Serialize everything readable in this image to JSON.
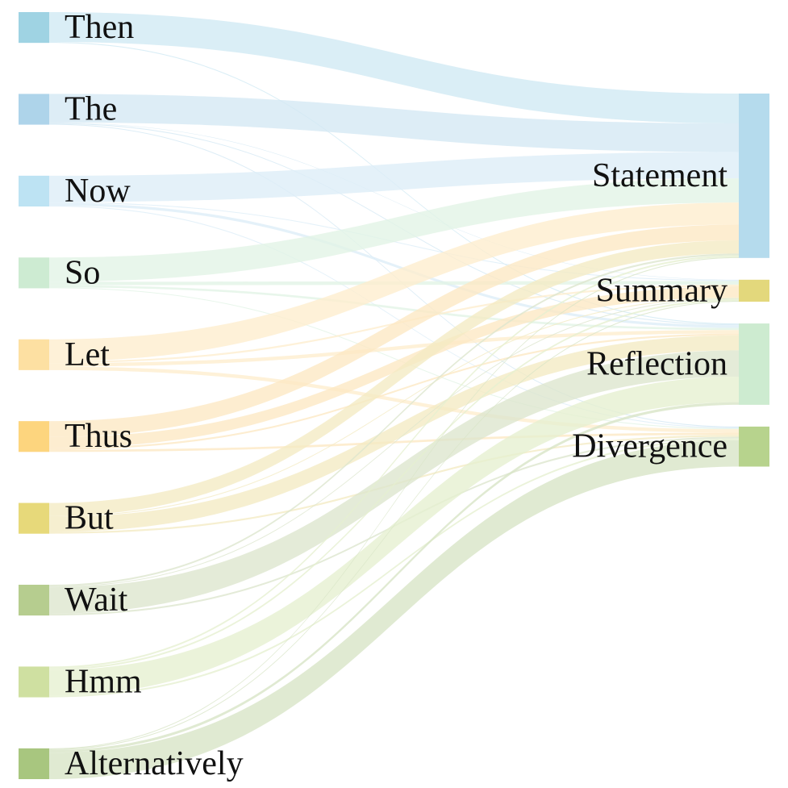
{
  "chart_data": {
    "type": "sankey",
    "sources": [
      {
        "id": "then",
        "label": "Then",
        "color": "#9fd3e3",
        "flow_color": "#cfe9f3"
      },
      {
        "id": "the",
        "label": "The",
        "color": "#aed4ea",
        "flow_color": "#d4e8f4"
      },
      {
        "id": "now",
        "label": "Now",
        "color": "#bde3f3",
        "flow_color": "#dcedf7"
      },
      {
        "id": "so",
        "label": "So",
        "color": "#cdebd2",
        "flow_color": "#e2f3e5"
      },
      {
        "id": "let",
        "label": "Let",
        "color": "#fde0a2",
        "flow_color": "#feedcd"
      },
      {
        "id": "thus",
        "label": "Thus",
        "color": "#fdd57e",
        "flow_color": "#fde8c3"
      },
      {
        "id": "but",
        "label": "But",
        "color": "#e7d97a",
        "flow_color": "#f3ebc3"
      },
      {
        "id": "wait",
        "label": "Wait",
        "color": "#b6cd8f",
        "flow_color": "#dde6cd"
      },
      {
        "id": "hmm",
        "label": "Hmm",
        "color": "#cfe0a1",
        "flow_color": "#e6efd0"
      },
      {
        "id": "alternatively",
        "label": "Alternatively",
        "color": "#a8c67f",
        "flow_color": "#d7e4c5"
      }
    ],
    "targets": [
      {
        "id": "statement",
        "label": "Statement",
        "color": "#b5dbed"
      },
      {
        "id": "summary",
        "label": "Summary",
        "color": "#e3d87c"
      },
      {
        "id": "reflection",
        "label": "Reflection",
        "color": "#cdebd0"
      },
      {
        "id": "divergence",
        "label": "Divergence",
        "color": "#b7d38d"
      }
    ],
    "links": [
      {
        "source": "then",
        "target": "statement",
        "value": 68
      },
      {
        "source": "then",
        "target": "reflection",
        "value": 2
      },
      {
        "source": "the",
        "target": "statement",
        "value": 65
      },
      {
        "source": "the",
        "target": "summary",
        "value": 1
      },
      {
        "source": "the",
        "target": "reflection",
        "value": 2
      },
      {
        "source": "the",
        "target": "divergence",
        "value": 2
      },
      {
        "source": "now",
        "target": "statement",
        "value": 60
      },
      {
        "source": "now",
        "target": "summary",
        "value": 2
      },
      {
        "source": "now",
        "target": "reflection",
        "value": 6
      },
      {
        "source": "now",
        "target": "divergence",
        "value": 2
      },
      {
        "source": "so",
        "target": "statement",
        "value": 55
      },
      {
        "source": "so",
        "target": "summary",
        "value": 8
      },
      {
        "source": "so",
        "target": "reflection",
        "value": 5
      },
      {
        "source": "so",
        "target": "divergence",
        "value": 2
      },
      {
        "source": "let",
        "target": "statement",
        "value": 50
      },
      {
        "source": "let",
        "target": "summary",
        "value": 4
      },
      {
        "source": "let",
        "target": "reflection",
        "value": 8
      },
      {
        "source": "let",
        "target": "divergence",
        "value": 8
      },
      {
        "source": "thus",
        "target": "statement",
        "value": 36
      },
      {
        "source": "thus",
        "target": "summary",
        "value": 25
      },
      {
        "source": "thus",
        "target": "reflection",
        "value": 4
      },
      {
        "source": "thus",
        "target": "divergence",
        "value": 5
      },
      {
        "source": "but",
        "target": "statement",
        "value": 30
      },
      {
        "source": "but",
        "target": "summary",
        "value": 2
      },
      {
        "source": "but",
        "target": "reflection",
        "value": 34
      },
      {
        "source": "but",
        "target": "divergence",
        "value": 4
      },
      {
        "source": "wait",
        "target": "statement",
        "value": 4
      },
      {
        "source": "wait",
        "target": "summary",
        "value": 2
      },
      {
        "source": "wait",
        "target": "reflection",
        "value": 60
      },
      {
        "source": "wait",
        "target": "divergence",
        "value": 4
      },
      {
        "source": "hmm",
        "target": "statement",
        "value": 4
      },
      {
        "source": "hmm",
        "target": "summary",
        "value": 4
      },
      {
        "source": "hmm",
        "target": "reflection",
        "value": 58
      },
      {
        "source": "hmm",
        "target": "divergence",
        "value": 4
      },
      {
        "source": "alternatively",
        "target": "statement",
        "value": 2
      },
      {
        "source": "alternatively",
        "target": "summary",
        "value": 2
      },
      {
        "source": "alternatively",
        "target": "reflection",
        "value": 6
      },
      {
        "source": "alternatively",
        "target": "divergence",
        "value": 60
      }
    ]
  }
}
